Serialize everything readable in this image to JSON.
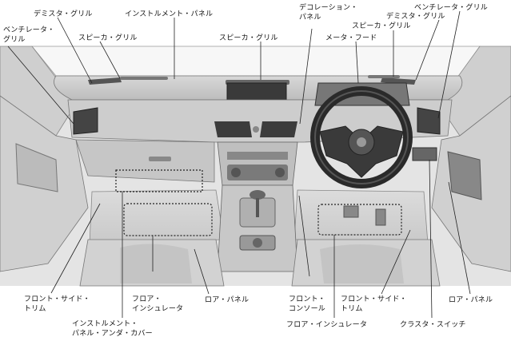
{
  "labels": {
    "demister_left": "デミスタ・グリル",
    "instrument_panel": "インストルメント・パネル",
    "decoration_panel": "デコレーション・\nパネル",
    "ventilator_right": "ベンチレータ・グリル",
    "ventilator_left": "ベンチレータ・\nグリル",
    "speaker_left": "スピーカ・グリル",
    "speaker_center": "スピーカ・グリル",
    "meter_hood": "メータ・フード",
    "speaker_right": "スピーカ・グリル",
    "demister_right": "デミスタ・グリル",
    "front_side_trim_left": "フロント・サイド・\nトリム",
    "floor_insulator_left": "フロア・\nインシュレータ",
    "lower_panel_center": "ロア・パネル",
    "front_console": "フロント・\nコンソール",
    "front_side_trim_right": "フロント・サイド・\nトリム",
    "lower_panel_right": "ロア・パネル",
    "instrument_under_cover": "インストルメント・\nパネル・アンダ・カバー",
    "floor_insulator_center": "フロア・インシュレータ",
    "cluster_switch": "クラスタ・スイッチ"
  }
}
